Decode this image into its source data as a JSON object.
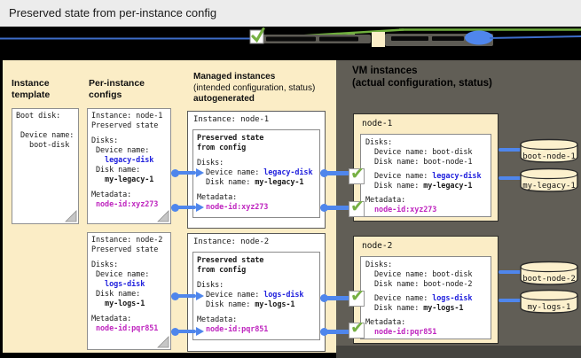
{
  "title_bar": {
    "title": "Preserved state from per-instance config"
  },
  "colors": {
    "panel_beige": "#fbedc6",
    "panel_dark": "#615e56",
    "connector_blue": "#4f86ec",
    "text_blue": "#2222dd",
    "text_magenta": "#bf26bf",
    "check_green": "#76b043"
  },
  "column_headers": {
    "instance_template": "Instance template",
    "per_instance_configs": "Per-instance configs",
    "managed_instances_bold": "Managed instances",
    "managed_instances_sub": "(intended configuration, status)",
    "managed_instances_bold2": "autogenerated"
  },
  "instance_template_card": {
    "boot_disk_line": "Boot disk:",
    "device_label_line": " Device name:",
    "device_value_line": "   boot-disk"
  },
  "per_instance_configs_cards": [
    {
      "instance_line": "Instance: node-1",
      "preserved_line": "Preserved state",
      "disks_line": "Disks:",
      "device_label_line": " Device name:",
      "device_value_line": "   legacy-disk",
      "disk_label_line": " Disk name:",
      "disk_value_line": "   my-legacy-1",
      "metadata_line": "Metadata:",
      "metadata_value_line": " node-id:xyz273"
    },
    {
      "instance_line": "Instance: node-2",
      "preserved_line": "Preserved state",
      "disks_line": "Disks:",
      "device_label_line": " Device name:",
      "device_value_line": "   logs-disk",
      "disk_label_line": " Disk name:",
      "disk_value_line": "   my-logs-1",
      "metadata_line": "Metadata:",
      "metadata_value_line": " node-id:pqr851"
    }
  ],
  "managed_instances_cards": [
    {
      "title": "Instance: node-1",
      "preserved_line_1": "Preserved state",
      "preserved_line_2": "from config",
      "disks_line": "Disks:",
      "device_label": "  Device name: ",
      "device_value": "legacy-disk",
      "disk_label": "  Disk name: ",
      "disk_value": "my-legacy-1",
      "metadata_line": "Metadata:",
      "metadata_value": "  node-id:xyz273"
    },
    {
      "title": "Instance: node-2",
      "preserved_line_1": "Preserved state",
      "preserved_line_2": "from config",
      "disks_line": "Disks:",
      "device_label": "  Device name: ",
      "device_value": "logs-disk",
      "disk_label": "  Disk name: ",
      "disk_value": "my-logs-1",
      "metadata_line": "Metadata:",
      "metadata_value": "  node-id:pqr851"
    }
  ],
  "vm_instances_panel": {
    "heading_line_1": "VM instances",
    "heading_line_2": "(actual configuration, status)",
    "nodes": [
      {
        "name": "node-1",
        "disks_line": "Disks:",
        "boot_device_line": "  Device name: boot-disk",
        "boot_disk_line": "  Disk name: boot-node-1",
        "stateful_device_label": "  Device name: ",
        "stateful_device_value": "legacy-disk",
        "stateful_disk_label": "  Disk name: ",
        "stateful_disk_value": "my-legacy-1",
        "metadata_line": "Metadata:",
        "metadata_value": "  node-id:xyz273",
        "cylinders": [
          "boot-node-1",
          "my-legacy-1"
        ]
      },
      {
        "name": "node-2",
        "disks_line": "Disks:",
        "boot_device_line": "  Device name: boot-disk",
        "boot_disk_line": "  Disk name: boot-node-2",
        "stateful_device_label": "  Device name: ",
        "stateful_device_value": "logs-disk",
        "stateful_disk_label": "  Disk name: ",
        "stateful_disk_value": "my-logs-1",
        "metadata_line": "Metadata:",
        "metadata_value": "  node-id:pqr851",
        "cylinders": [
          "boot-node-2",
          "my-logs-1"
        ]
      }
    ]
  }
}
